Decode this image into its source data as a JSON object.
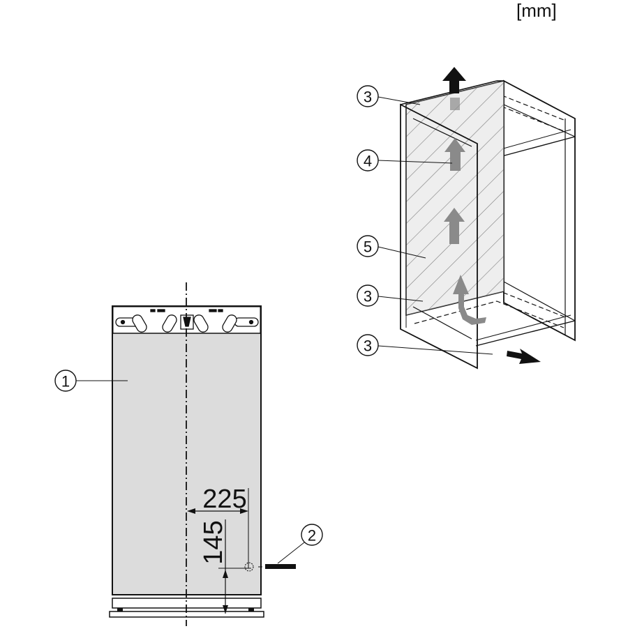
{
  "unit_label": "[mm]",
  "front_view": {
    "dimensions": {
      "horizontal": "225",
      "vertical": "145"
    },
    "callouts": {
      "panel": "1",
      "connection": "2"
    }
  },
  "cabinet_view": {
    "callouts": {
      "top_vent": "3",
      "rear_channel": "4",
      "side_panel": "5",
      "middle_vent": "3",
      "bottom_vent": "3"
    }
  },
  "colors": {
    "panel_fill": "#d9d9d9",
    "outline": "#111111",
    "airflow_grey": "#8a8a8a",
    "airflow_dark": "#111111"
  }
}
